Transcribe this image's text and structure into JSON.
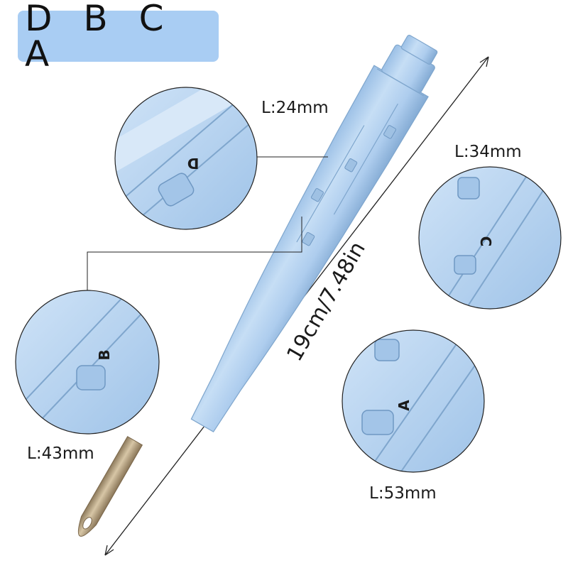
{
  "badge": {
    "text": "D B C A"
  },
  "slot_labels": {
    "d": "D",
    "c": "C",
    "b": "B",
    "a": "A"
  },
  "callouts": {
    "d_length": "L:24mm",
    "c_length": "L:34mm",
    "b_length": "L:43mm",
    "a_length": "L:53mm"
  },
  "dimension": {
    "text": "19cm/7.48in"
  },
  "colors": {
    "badge": "#a9cdf3",
    "tool_body": "#b3d1ef",
    "tool_shadow": "#7fa6cd",
    "needle": "#b59e7a"
  }
}
